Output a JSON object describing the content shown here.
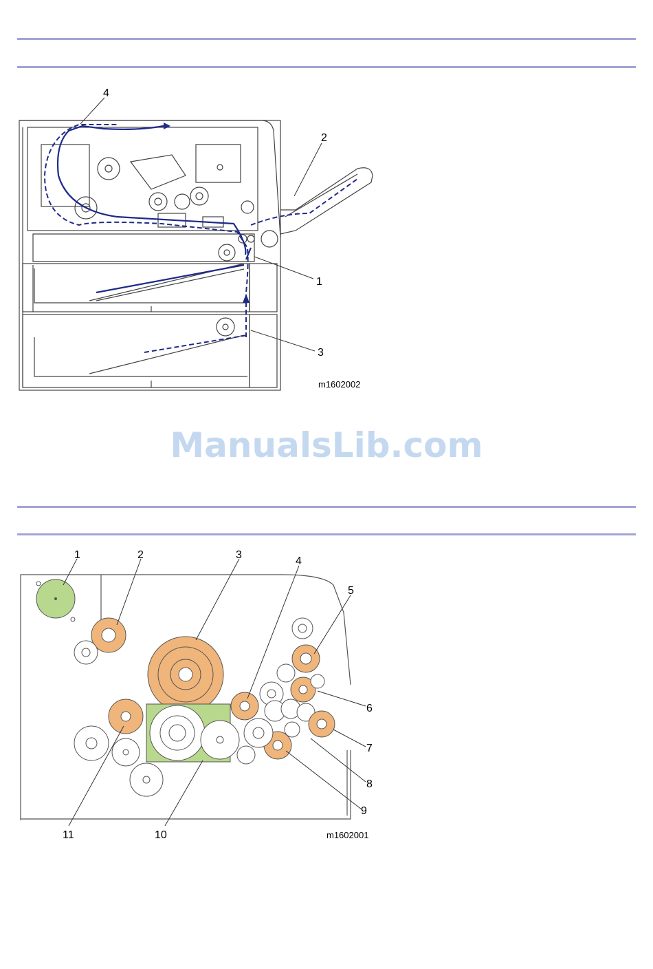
{
  "figure1": {
    "callouts": [
      "4",
      "2",
      "1",
      "3"
    ],
    "code": "m1602002",
    "colors": {
      "paper_path": "#1f2a8a",
      "lines": "#444444"
    }
  },
  "watermark": {
    "text": "ManualsLib.com"
  },
  "figure2": {
    "callouts": [
      "1",
      "2",
      "3",
      "4",
      "5",
      "6",
      "7",
      "8",
      "9",
      "10",
      "11"
    ],
    "code": "m1602001",
    "colors": {
      "gear_highlight": "#f0b57a",
      "motor_highlight": "#b8d88e",
      "outline": "#555555"
    }
  }
}
